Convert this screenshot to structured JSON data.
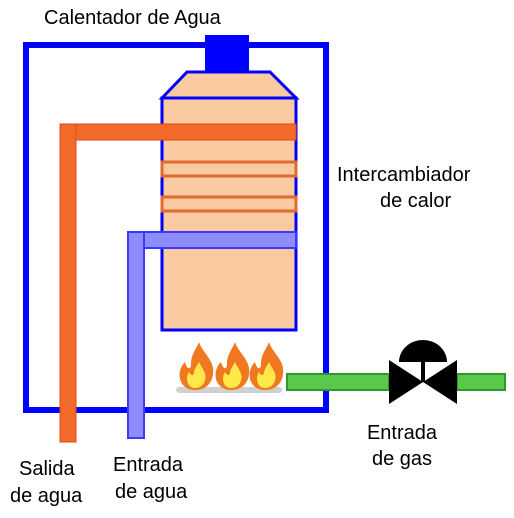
{
  "title": "Calentador de Agua",
  "labels": {
    "heat_exchanger_line1": "Intercambiador",
    "heat_exchanger_line2": "de calor",
    "gas_inlet_line1": "Entrada",
    "gas_inlet_line2": "de gas",
    "water_outlet_line1": "Salida",
    "water_outlet_line2": "de agua",
    "water_inlet_line1": "Entrada",
    "water_inlet_line2": "de agua"
  },
  "colors": {
    "housing": "#0000ff",
    "exhaust": "#0000ff",
    "exchanger_fill": "#f9c9a0",
    "hot_pipe": "#f26a2a",
    "cold_pipe": "#8c8cff",
    "gas_pipe": "#5ac84a",
    "valve": "#000000",
    "flame_outer": "#f07820",
    "flame_inner": "#ffe84a"
  },
  "icons": {
    "burner": "flame-icon",
    "valve": "gas-valve-icon"
  }
}
